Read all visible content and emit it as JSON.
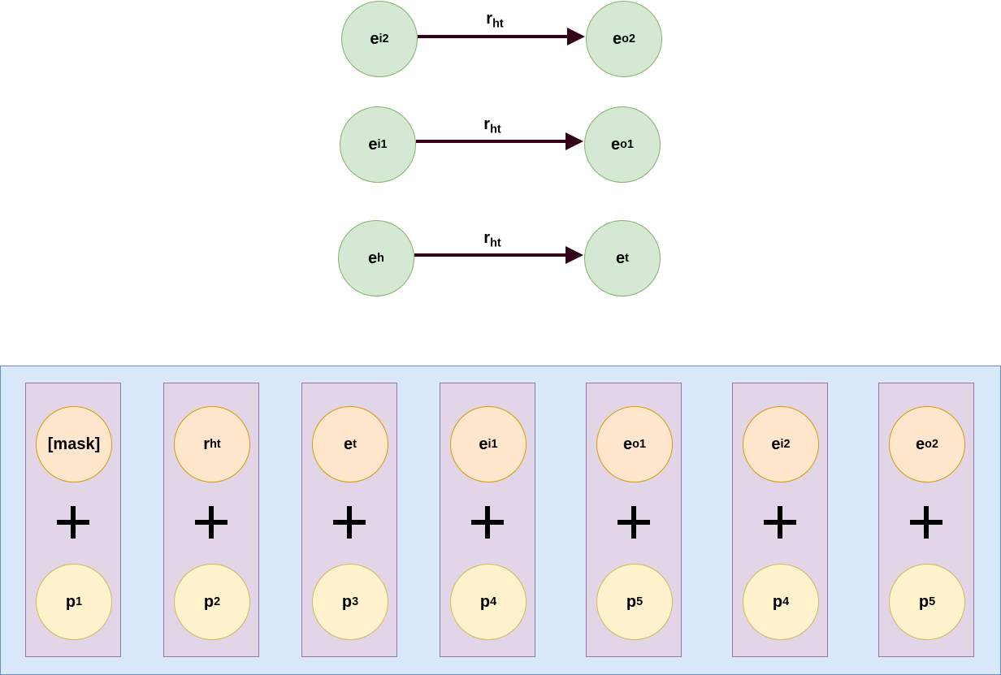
{
  "graph": {
    "triples": [
      {
        "head": {
          "base": "e",
          "sub": "i2"
        },
        "relation": {
          "base": "r",
          "sub": "ht"
        },
        "tail": {
          "base": "e",
          "sub": "o2"
        }
      },
      {
        "head": {
          "base": "e",
          "sub": "i1"
        },
        "relation": {
          "base": "r",
          "sub": "ht"
        },
        "tail": {
          "base": "e",
          "sub": "o1"
        }
      },
      {
        "head": {
          "base": "e",
          "sub": "h"
        },
        "relation": {
          "base": "r",
          "sub": "ht"
        },
        "tail": {
          "base": "e",
          "sub": "t"
        }
      }
    ]
  },
  "sequence": {
    "columns": [
      {
        "token": {
          "base": "[mask]",
          "sub": ""
        },
        "position": {
          "base": "p",
          "sub": "1"
        }
      },
      {
        "token": {
          "base": "r",
          "sub": "ht"
        },
        "position": {
          "base": "p",
          "sub": "2"
        }
      },
      {
        "token": {
          "base": "e",
          "sub": "t"
        },
        "position": {
          "base": "p",
          "sub": "3"
        }
      },
      {
        "token": {
          "base": "e",
          "sub": "i1"
        },
        "position": {
          "base": "p",
          "sub": "4"
        }
      },
      {
        "token": {
          "base": "e",
          "sub": "o1"
        },
        "position": {
          "base": "p",
          "sub": "5"
        }
      },
      {
        "token": {
          "base": "e",
          "sub": "i2"
        },
        "position": {
          "base": "p",
          "sub": "4"
        }
      },
      {
        "token": {
          "base": "e",
          "sub": "o2"
        },
        "position": {
          "base": "p",
          "sub": "5"
        }
      }
    ]
  },
  "colors": {
    "entity_fill": "#d5e8d4",
    "entity_stroke": "#82b366",
    "edge": "#33001a",
    "panel_fill": "#dae8fc",
    "column_fill": "#e1d5e7",
    "token_fill": "#ffe6cc",
    "position_fill": "#fff2cc"
  }
}
